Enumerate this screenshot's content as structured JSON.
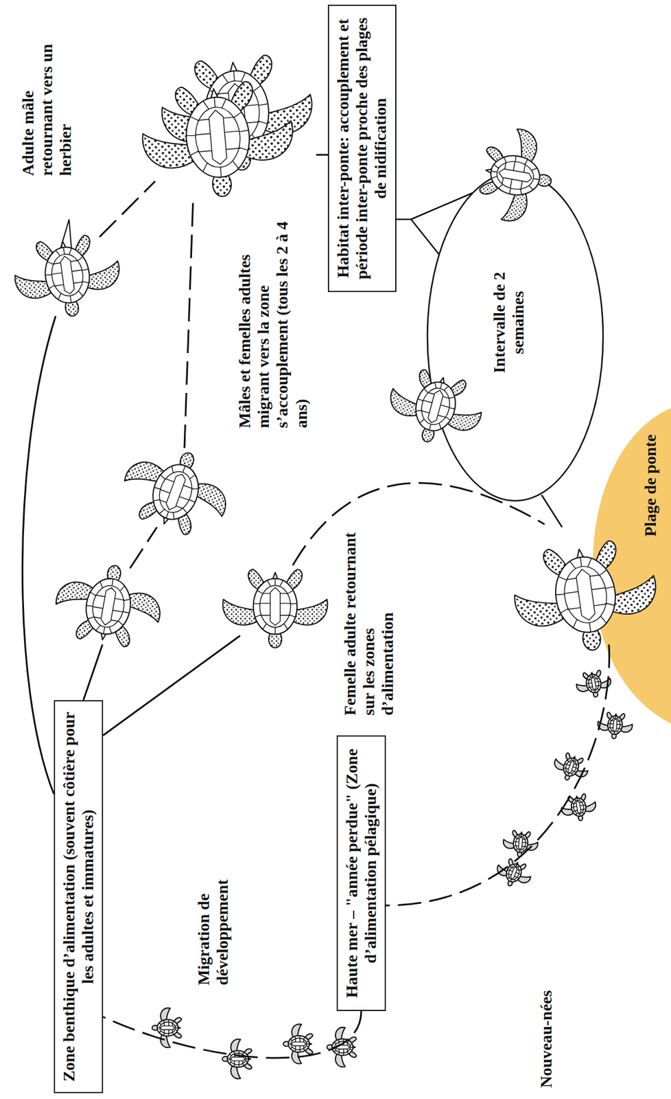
{
  "diagram": {
    "nodes": [
      {
        "text": [
          "Zone benthique d’alimentation (souvent côtière pour les adultes et immatures)"
        ]
      },
      {
        "text": [
          "Habitat inter-ponte: accouplement et période inter-ponte proche des plages de nidification"
        ]
      },
      {
        "text": [
          "Haute mer – \"année perdue\" (Zone d’alimentation pélagique)"
        ]
      }
    ],
    "edges": [
      {
        "from": 2,
        "to": 0,
        "arrow": "none"
      }
    ],
    "labels": [
      "Adulte mâle retournant vers un herbier",
      "Mâles et femelles adultes migrant vers la zone s’accouplement (tous les 2 à 4 ans)",
      "Intervalle de 2 semaines",
      "Plage de ponte",
      "Femelle adulte retournant sur les zones d’alimentation",
      "Migration de développement",
      "Nouveau-nées"
    ]
  }
}
